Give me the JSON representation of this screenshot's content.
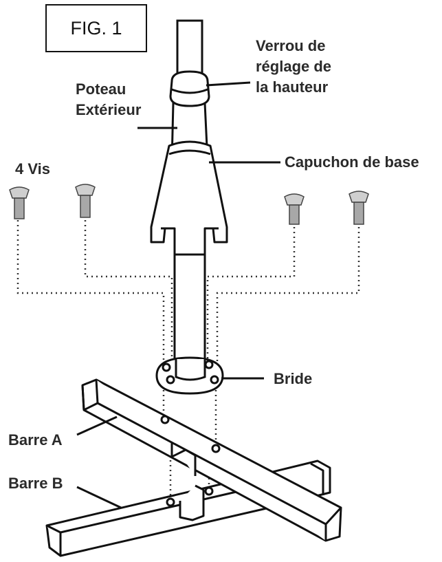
{
  "figure": {
    "title": "FIG. 1"
  },
  "labels": {
    "lock": [
      "Verrou de",
      "réglage de",
      "la hauteur"
    ],
    "pole": [
      "Poteau",
      "Extérieur"
    ],
    "screws": "4 Vis",
    "cap": "Capuchon de base",
    "flange": "Bride",
    "bar_a": "Barre A",
    "bar_b": "Barre B"
  },
  "colors": {
    "line": "#111111",
    "text": "#2a2a2a",
    "dotted": "#333333",
    "screw": "#9a9a9a"
  }
}
